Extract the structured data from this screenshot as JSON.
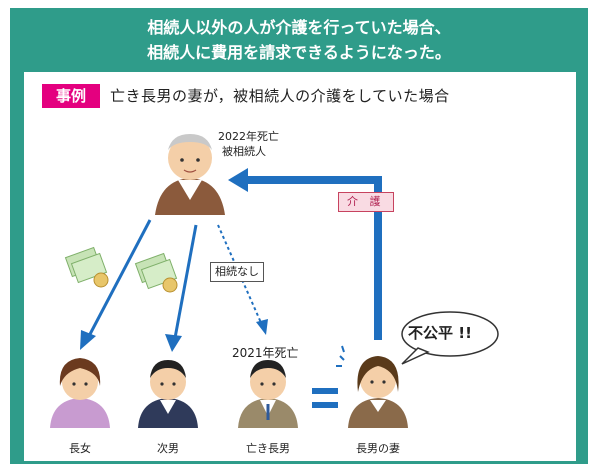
{
  "header": {
    "line1": "相続人以外の人が介護を行っていた場合、",
    "line2": "相続人に費用を請求できるようになった。"
  },
  "case": {
    "tag": "事例",
    "title": "亡き長男の妻が，被相続人の介護をしていた場合"
  },
  "diagram": {
    "deceased_year": "2022年死亡",
    "deceased_label": "被相続人",
    "care_label": "介 護",
    "no_inherit_label": "相続なし",
    "son_death_year": "2021年死亡",
    "complaint": "不公平 !!",
    "persons": {
      "eldest_daughter": "長女",
      "second_son": "次男",
      "late_eldest_son": "亡き長男",
      "eldest_son_wife": "長男の妻"
    }
  },
  "colors": {
    "frame": "#2f9c8a",
    "arrow": "#1f6fbf",
    "tag": "#e4007f"
  }
}
